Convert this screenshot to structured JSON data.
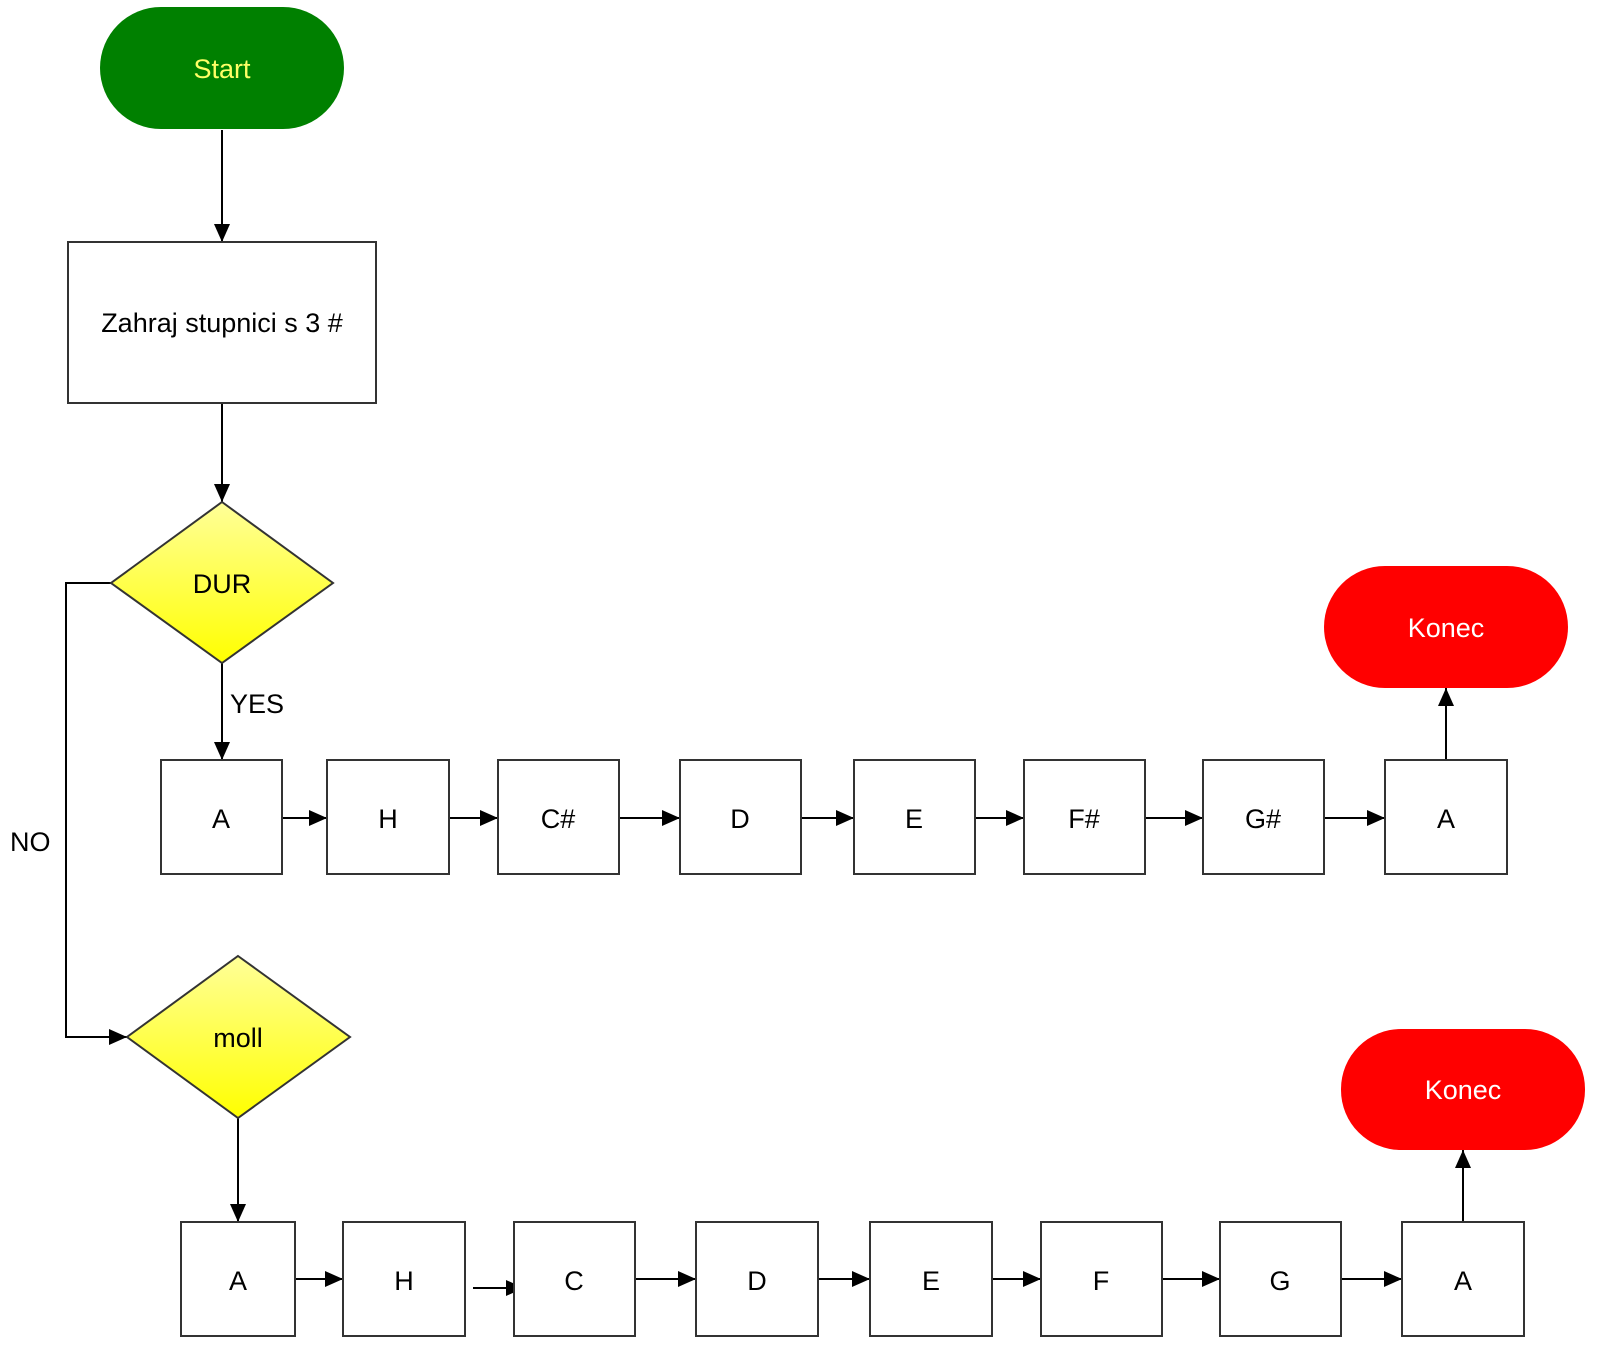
{
  "start": {
    "label": "Start",
    "fill": "#008000",
    "text_color": "#ffff66"
  },
  "process": {
    "label": "Zahraj stupnici s 3 #"
  },
  "decision_dur": {
    "label": "DUR",
    "fill": "#ffff00"
  },
  "decision_moll": {
    "label": "moll",
    "fill": "#ffff00"
  },
  "edge_labels": {
    "yes": "YES",
    "no": "NO"
  },
  "dur_scale": [
    "A",
    "H",
    "C#",
    "D",
    "E",
    "F#",
    "G#",
    "A"
  ],
  "moll_scale": [
    "A",
    "H",
    "C",
    "D",
    "E",
    "F",
    "G",
    "A"
  ],
  "end_dur": {
    "label": "Konec",
    "fill": "#ff0000",
    "text_color": "#ffffff"
  },
  "end_moll": {
    "label": "Konec",
    "fill": "#ff0000",
    "text_color": "#ffffff"
  }
}
